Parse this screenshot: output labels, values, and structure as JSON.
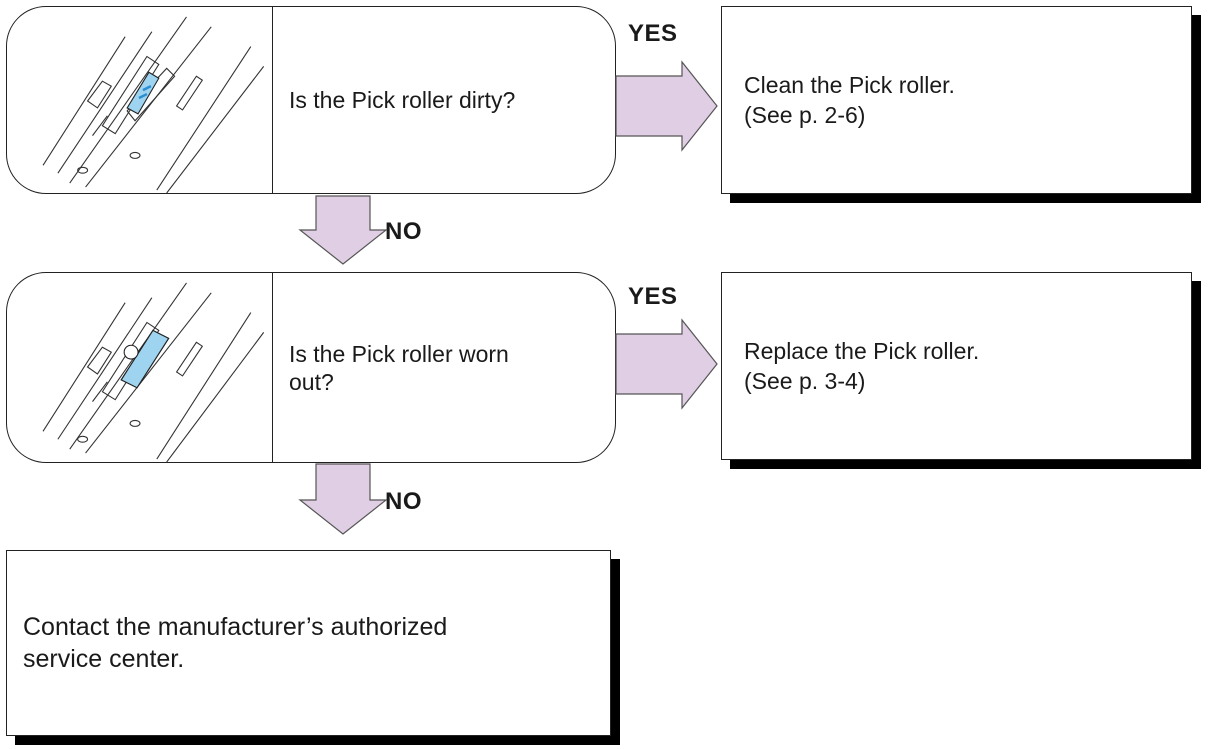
{
  "step1": {
    "question": "Is the Pick roller dirty?",
    "yes_label": "YES",
    "no_label": "NO",
    "action_line1": "Clean the Pick roller.",
    "action_line2": "(See p. 2-6)"
  },
  "step2": {
    "question_line1": "Is the Pick roller worn",
    "question_line2": "out?",
    "yes_label": "YES",
    "no_label": "NO",
    "action_line1": "Replace the Pick roller.",
    "action_line2": "(See p. 3-4)"
  },
  "final": {
    "line1": "Contact the manufacturer’s authorized",
    "line2": "service center."
  },
  "colors": {
    "arrow_fill": "#e0cfe4",
    "arrow_stroke": "#555555",
    "roller_highlight": "#9ed4f0",
    "outline": "#222222",
    "shadow": "#000000"
  },
  "icons": [
    "pick-roller-dirty-illustration",
    "pick-roller-worn-illustration"
  ]
}
